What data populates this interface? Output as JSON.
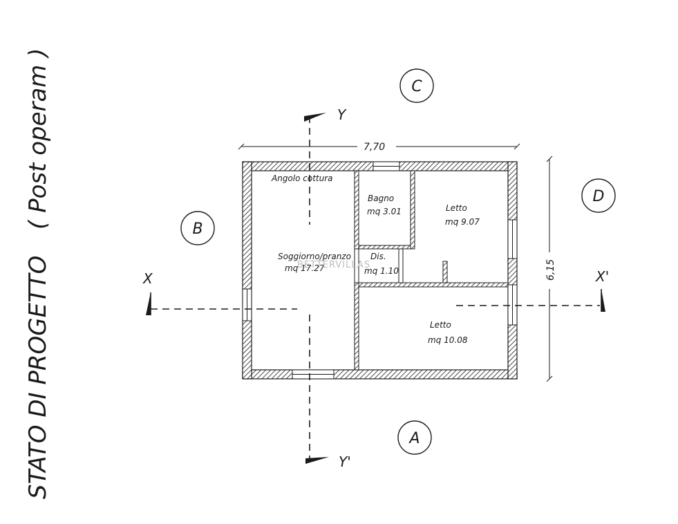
{
  "title": {
    "main": "STATO DI PROGETTO",
    "sub": "( Post operam )"
  },
  "rooms": [
    {
      "name": "Angolo cottura",
      "area": ""
    },
    {
      "name": "Bagno",
      "area": "mq 3.01"
    },
    {
      "name": "Letto",
      "area": "mq 9.07"
    },
    {
      "name": "Soggiorno/pranzo",
      "area": "mq 17.27"
    },
    {
      "name": "Dis.",
      "area": "mq 1.10"
    },
    {
      "name": "Letto",
      "area": "mq 10.08"
    }
  ],
  "dimensions": {
    "width": "7,70",
    "depth": "6,15"
  },
  "elevations": [
    "A",
    "B",
    "C",
    "D"
  ],
  "sections": {
    "x_start": "X",
    "x_end": "X'",
    "y_start": "Y",
    "y_end": "Y'"
  },
  "watermark": "BETTERVILLAS",
  "colors": {
    "line": "#1a1a1a",
    "background": "#ffffff"
  }
}
